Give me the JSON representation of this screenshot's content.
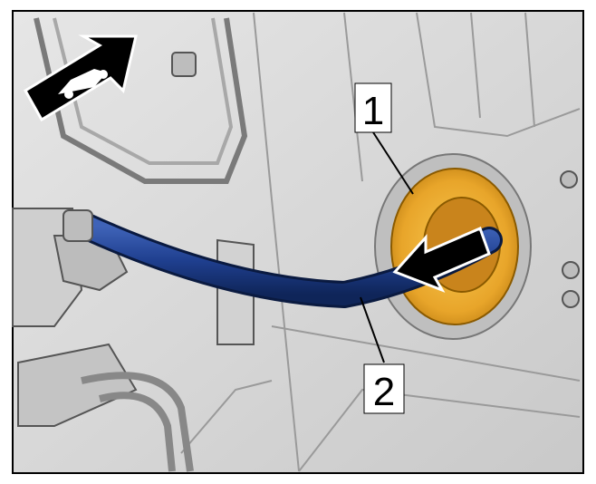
{
  "callouts": [
    {
      "number": "1",
      "points_to": "grommet"
    },
    {
      "number": "2",
      "points_to": "hose"
    }
  ],
  "icons": {
    "orientation": "vehicle-front-direction-arrow-icon",
    "action": "push-in-direction-arrow-icon"
  },
  "colors": {
    "hose": "#1f3f8f",
    "grommet": "#e8a52a",
    "panel": "#d9d9d9",
    "frame_border": "#000000"
  }
}
